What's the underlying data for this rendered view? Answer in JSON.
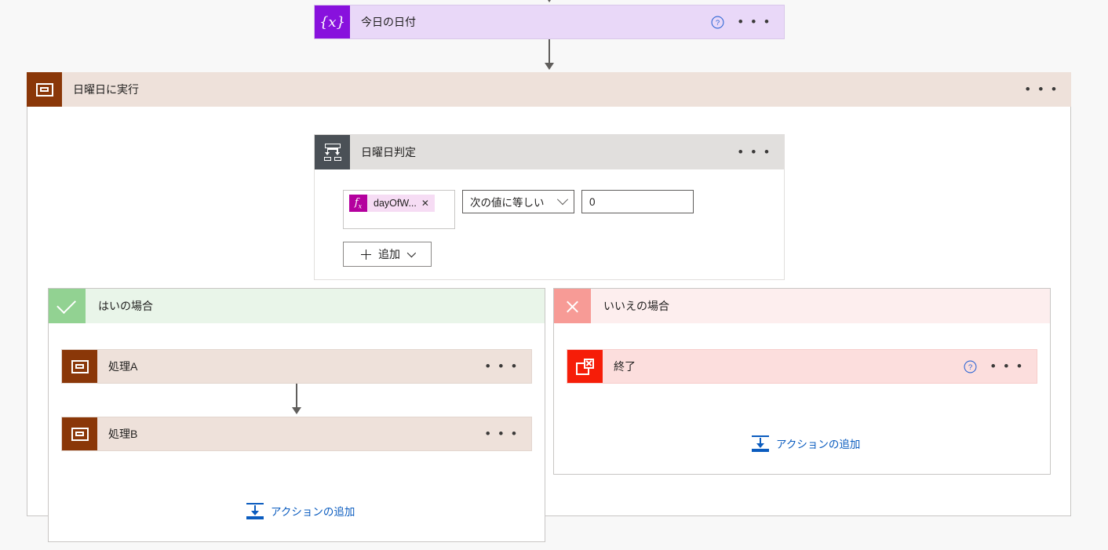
{
  "colors": {
    "canvas_background": "#f8f8f8",
    "variable_accent": "#8811dd",
    "variable_card_background": "#e9d8f8",
    "scope_accent": "#8a3708",
    "scope_card_background": "#eee1da",
    "condition_accent": "#4a5056",
    "condition_header_background": "#e1dfdd",
    "yes_branch_accent": "#92d292",
    "yes_branch_background": "#e9f5e9",
    "no_branch_accent": "#f79b96",
    "no_branch_background": "#fdeeee",
    "terminate_accent": "#f61d08",
    "terminate_card_background": "#fcdedd",
    "link_blue": "#0b5cbf",
    "token_accent": "#b4009e",
    "token_background": "#f6dcf4",
    "connector": "#605e5c"
  },
  "variable_card": {
    "title": "今日の日付",
    "icon": "expression-braces-icon",
    "help_icon": "help-circle-icon",
    "menu_icon": "more-options-icon"
  },
  "scope": {
    "title": "日曜日に実行",
    "icon": "scope-icon",
    "menu_icon": "more-options-icon"
  },
  "condition": {
    "title": "日曜日判定",
    "icon": "condition-icon",
    "menu_icon": "more-options-icon",
    "row": {
      "token": {
        "icon": "fx-icon",
        "label": "dayOfW...",
        "remove_icon": "close-icon"
      },
      "operator": {
        "selected": "次の値に等しい",
        "chevron_icon": "chevron-down-icon"
      },
      "value": "0"
    },
    "add_button": {
      "label": "追加",
      "plus_icon": "plus-icon",
      "chevron_icon": "chevron-down-icon"
    }
  },
  "branches": [
    {
      "key": "yes",
      "title": "はいの場合",
      "icon": "check-icon",
      "actions": [
        {
          "title": "処理A",
          "icon": "scope-icon",
          "menu_icon": "more-options-icon"
        },
        {
          "title": "処理B",
          "icon": "scope-icon",
          "menu_icon": "more-options-icon"
        }
      ],
      "add_action": {
        "label": "アクションの追加",
        "icon": "add-action-icon"
      }
    },
    {
      "key": "no",
      "title": "いいえの場合",
      "icon": "close-x-icon",
      "actions": [
        {
          "title": "終了",
          "icon": "terminate-icon",
          "help_icon": "help-circle-icon",
          "menu_icon": "more-options-icon"
        }
      ],
      "add_action": {
        "label": "アクションの追加",
        "icon": "add-action-icon"
      }
    }
  ],
  "glyphs": {
    "expression_braces": "{x}",
    "ellipsis": "• • •",
    "token_close": "✕"
  }
}
